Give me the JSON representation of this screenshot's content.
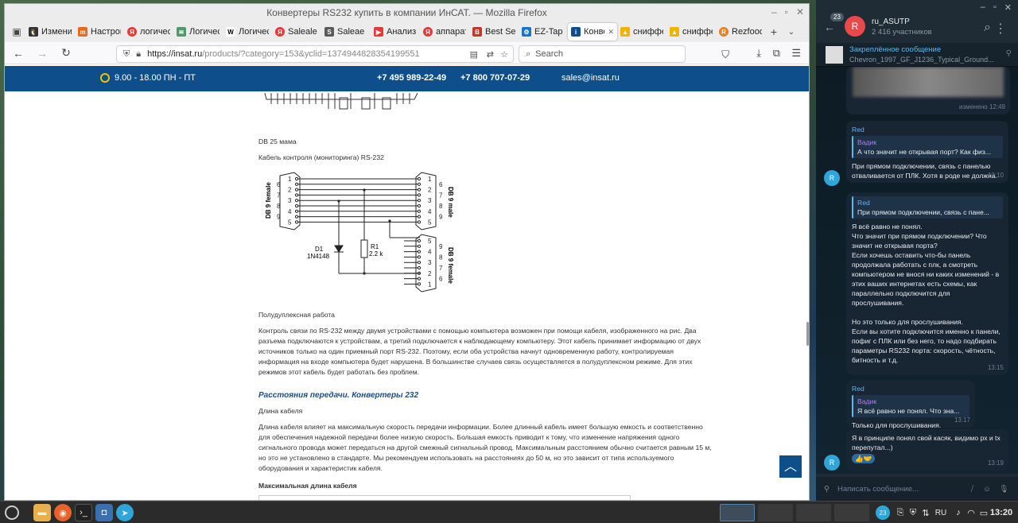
{
  "window_title": "Конвертеры RS232 купить в компании ИнСАТ. — Mozilla Firefox",
  "tabs": [
    {
      "label": "Измени",
      "icon": "linux-icon"
    },
    {
      "label": "Настрой",
      "icon": "settings-icon"
    },
    {
      "label": "логичес",
      "icon": "yandex-icon"
    },
    {
      "label": "Логичес",
      "icon": "page-icon"
    },
    {
      "label": "Логичес",
      "icon": "wikipedia-icon"
    },
    {
      "label": "Saleale",
      "icon": "yandex-icon"
    },
    {
      "label": "Saleae L",
      "icon": "saleae-icon"
    },
    {
      "label": "Анализ",
      "icon": "youtube-icon"
    },
    {
      "label": "аппарат",
      "icon": "yandex-icon"
    },
    {
      "label": "Best Se",
      "icon": "bookmark-icon"
    },
    {
      "label": "EZ-Tap F",
      "icon": "ez-icon"
    },
    {
      "label": "Конве",
      "icon": "insat-icon"
    },
    {
      "label": "сниффе",
      "icon": "image-icon"
    },
    {
      "label": "сниффе",
      "icon": "image-icon"
    },
    {
      "label": "Rezfood",
      "icon": "rez-icon"
    }
  ],
  "url_host": "https://insat.ru",
  "url_path": "/products/?category=153&yclid=1374944828354199551",
  "search_placeholder": "Search",
  "site": {
    "hours": "9.00 - 18.00 ПН - ПТ",
    "phone1": "+7 495 989-22-49",
    "phone2": "+7 800 707-07-29",
    "email": "sales@insat.ru"
  },
  "article": {
    "db25_caption": "DB 25 мама",
    "cable_title": "Кабель контроля (мониторинга) RS-232",
    "diagram": {
      "conn1": "DB 9 female",
      "conn2": "DB 9 male",
      "conn3": "DB 9 female",
      "d1": "D1",
      "d1_part": "1N4148",
      "r1": "R1",
      "r1_val": "2.2 k",
      "pins_left": [
        "1",
        "6",
        "2",
        "7",
        "3",
        "8",
        "4",
        "9",
        "5"
      ],
      "pins_right": [
        "1",
        "6",
        "2",
        "7",
        "3",
        "8",
        "4",
        "9",
        "5"
      ],
      "pins_bottom": [
        "5",
        "9",
        "4",
        "8",
        "3",
        "7",
        "2",
        "6",
        "1"
      ]
    },
    "half_duplex_title": "Полудуплексная работа",
    "half_duplex_text": "Контроль связи по RS-232 между двумя устройствами с помощью компьютера возможен при помощи кабеля, изображенного на рис. Два разъема подключаются к устройствам, а третий подключается к наблюдающему компьютеру. Этот кабель принимает информацию от двух источников только на один приемный порт RS-232. Поэтому, если оба устройства начнут одновременную работу, контролируемая информация на входе компьютера будет нарушена. В большинстве случаев связь осуществляется в полудуплексном режиме. Для этих режимов этот кабель будет работать без проблем.",
    "section_heading": "Расстояния передачи. Конвертеры 232",
    "cable_len_title": "Длина кабеля",
    "cable_len_text": "Длина кабеля влияет на максимальную скорость передачи информации. Более длинный кабель имеет большую емкость и соответственно для обеспечения надежной передачи более низкую скорость. Большая емкость приводит к тому, что изменение напряжения одного сигнального провода может передаться на другой смежный сигнальный провод. Максимальным расстоянием обычно считается равным 15 м, но это не установлено в стандарте. Мы рекомендуем использовать на расстояниях до 50 м, но это зависит от типа используемого оборудования и характеристик кабеля.",
    "max_len_title": "Максимальная длина кабеля"
  },
  "telegram": {
    "unread_badge": "23",
    "chat_name": "ru_ASUTP",
    "members": "2 416 участников",
    "pinned_title": "Закреплённое сообщение",
    "pinned_text": "Chevron_1997_GF_J1236_Typical_Ground...",
    "msg0_time": "изменено 12:49",
    "msg1": {
      "sender": "Red",
      "quote_name": "Вадик",
      "quote": "А что значит не открывая порт?  Как физ...",
      "text": "При прямом подключении, связь с панелью отваливается от ПЛК. Хотя в роде не должна.",
      "time": "13:10"
    },
    "msg2": {
      "sender": "Red",
      "quote": "При прямом подключении, связь с пане...",
      "text": "Я всё равно не понял.\nЧто значит при прямом подключении? Что значит не открывая порта?\nЕсли хочешь оставить что-бы панель продолжала работать с плк, а смотреть компьютером не внося ни каких изменений - в этих ваших интернетах есть схемы, как параллельно подключится для прослушивания.\n\nНо это только для прослушивания.\nЕсли вы хотите подключится именно к панели, пофиг с ПЛК или без него, то надо подбирать параметры RS232 порта: скорость, чётность, битность и т.д.",
      "time": "13:15"
    },
    "msg3": {
      "sender": "Red",
      "quote_name": "Вадик",
      "quote": "Я всё равно не понял. Что зна...",
      "text": "Только для прослушивания.",
      "time": "13:17"
    },
    "msg4": {
      "text": "Я в принципе понял свой касяк, видимо рх и tx перепутал...)",
      "reactions": "👍🤝",
      "time": "13:19"
    },
    "input_placeholder": "Написать сообщение..."
  },
  "taskbar": {
    "tray_badge": "23",
    "lang": "RU",
    "clock": "13:20"
  },
  "avatar_letter": "R"
}
